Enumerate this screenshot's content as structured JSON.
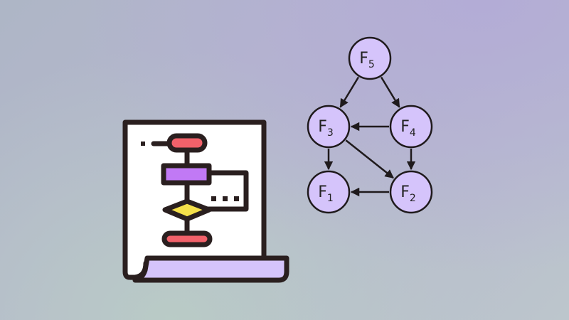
{
  "illustration": {
    "name": "flowchart-document-icon"
  },
  "graph": {
    "nodes": [
      {
        "id": "F5",
        "letter": "F",
        "sub": "5"
      },
      {
        "id": "F3",
        "letter": "F",
        "sub": "3"
      },
      {
        "id": "F4",
        "letter": "F",
        "sub": "4"
      },
      {
        "id": "F1",
        "letter": "F",
        "sub": "1"
      },
      {
        "id": "F2",
        "letter": "F",
        "sub": "2"
      }
    ],
    "edges": [
      [
        "F5",
        "F3"
      ],
      [
        "F5",
        "F4"
      ],
      [
        "F4",
        "F3"
      ],
      [
        "F3",
        "F1"
      ],
      [
        "F3",
        "F2"
      ],
      [
        "F4",
        "F2"
      ],
      [
        "F2",
        "F1"
      ]
    ],
    "node_fill": "#d5c4fb",
    "stroke": "#1f1a1c"
  },
  "colors": {
    "terminator": "#f2616a",
    "process": "#c179f5",
    "decision": "#f5e04a",
    "scroll": "#d5c4fb",
    "outline": "#2a1f1f"
  }
}
